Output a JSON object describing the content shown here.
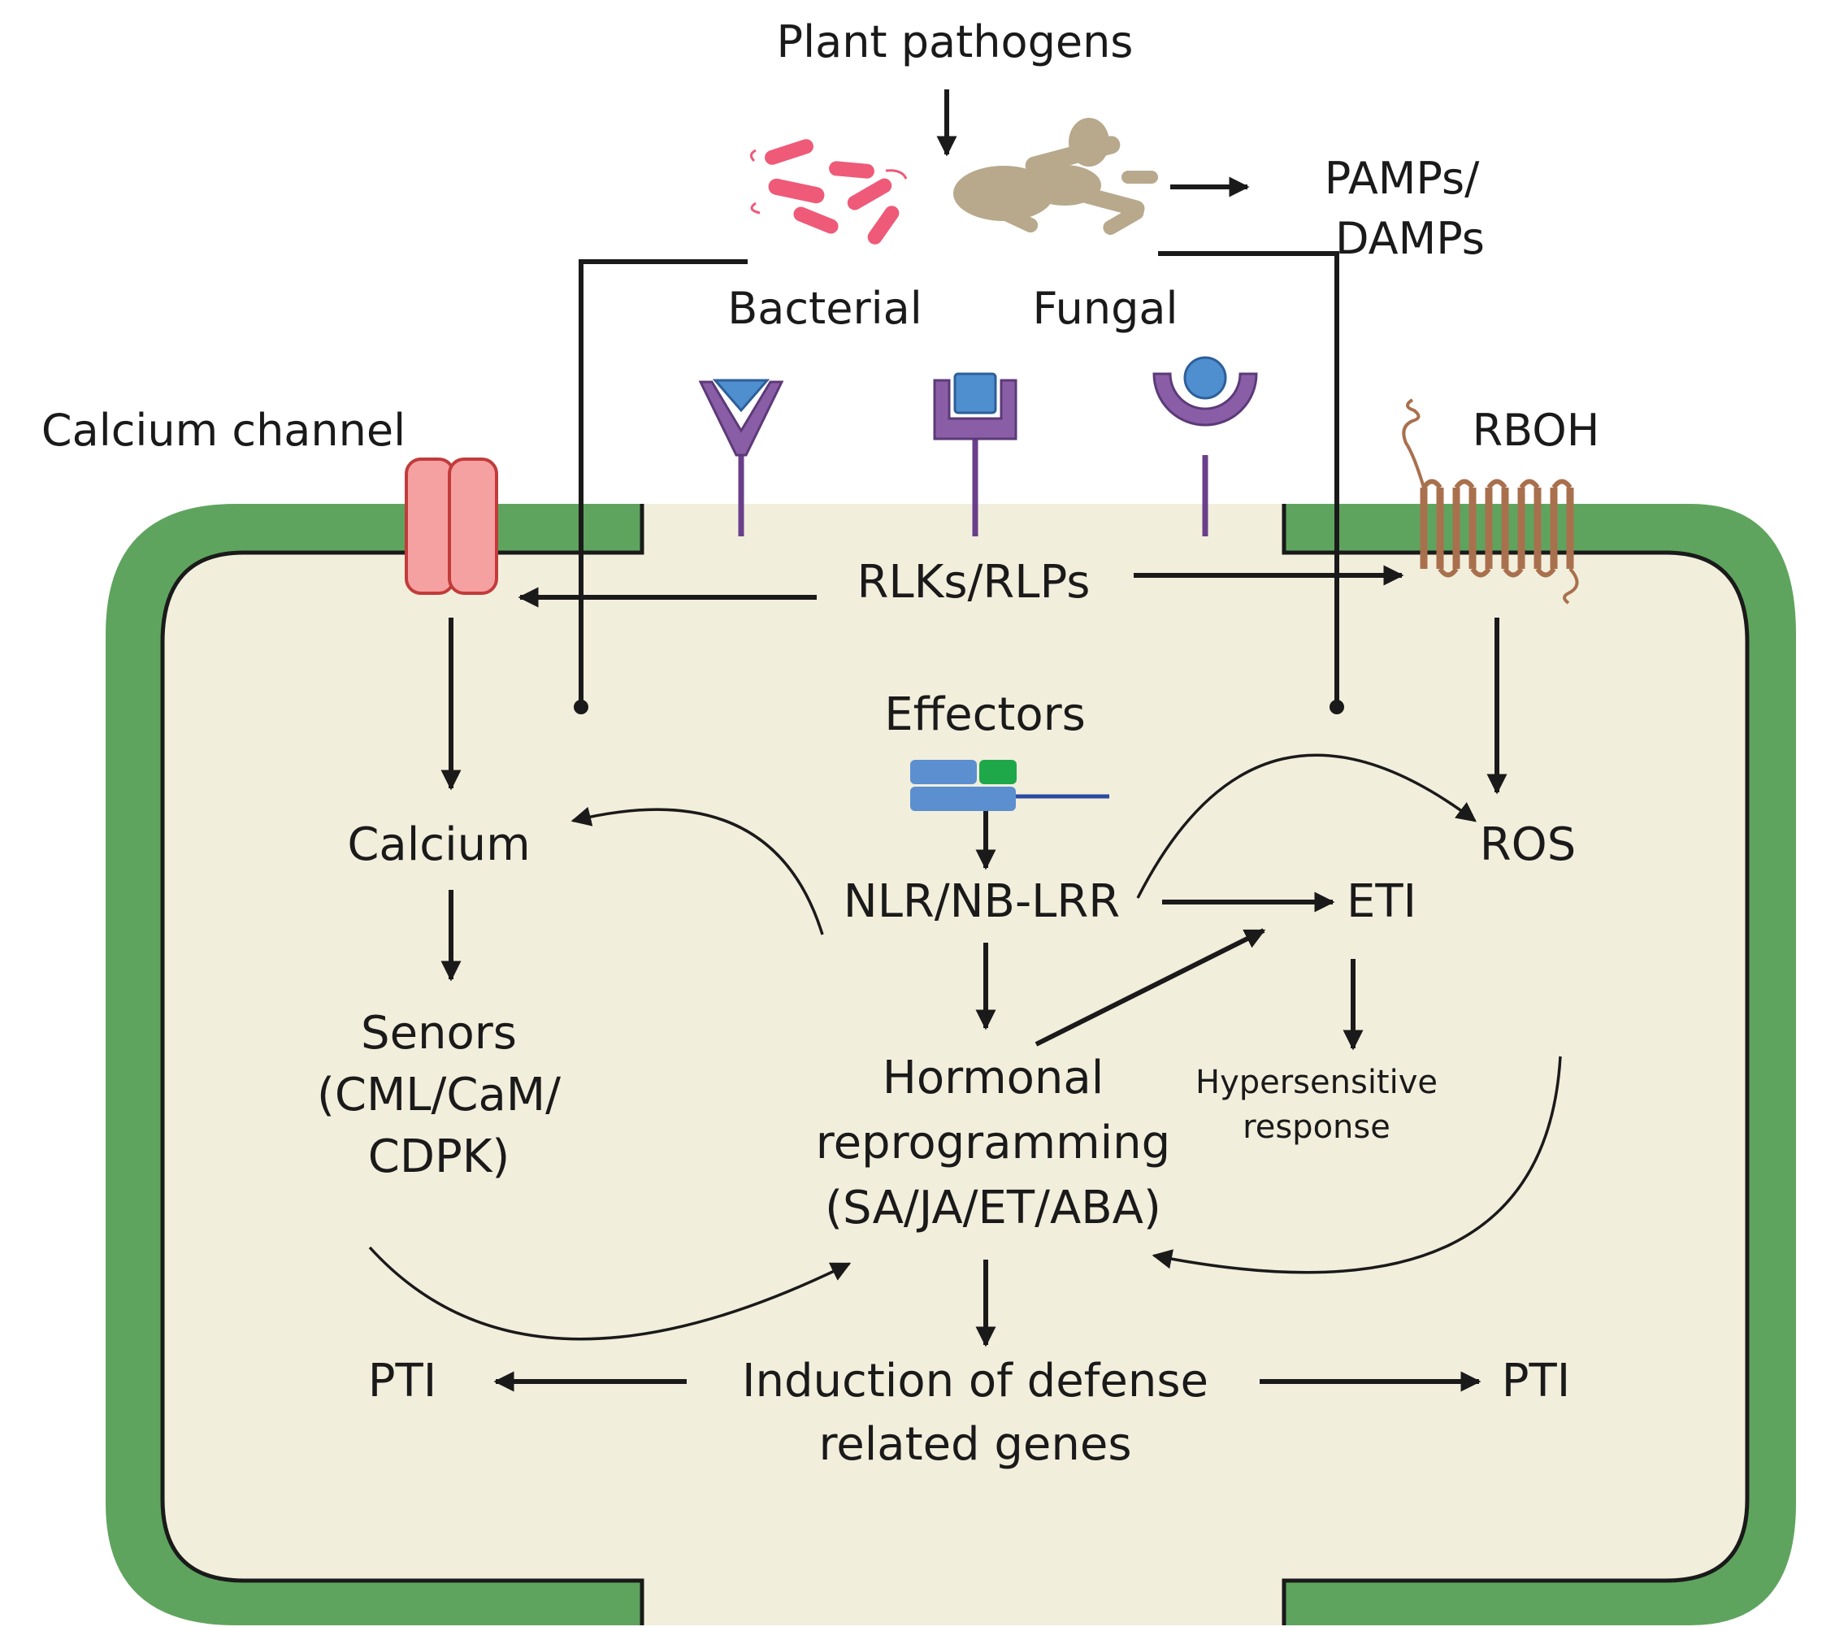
{
  "labels": {
    "plant_pathogens": "Plant pathogens",
    "pamps_line1": "PAMPs/",
    "pamps_line2": "DAMPs",
    "bacterial": "Bacterial",
    "fungal": "Fungal",
    "calcium_channel": "Calcium channel",
    "rboh": "RBOH",
    "rlks_rlps": "RLKs/RLPs",
    "effectors": "Effectors",
    "calcium": "Calcium",
    "ros": "ROS",
    "nlr": "NLR/NB-LRR",
    "eti": "ETI",
    "sensors_line1": "Senors",
    "sensors_line2": "(CML/CaM/",
    "sensors_line3": "CDPK)",
    "hormonal_line1": "Hormonal",
    "hormonal_line2": "reprogramming",
    "hormonal_line3": "(SA/JA/ET/ABA)",
    "hr_line1": "Hypersensitive",
    "hr_line2": "response",
    "pti_left": "PTI",
    "pti_right": "PTI",
    "induction_line1": "Induction of defense",
    "induction_line2": "related genes"
  },
  "icons": {
    "bacteria": "bacteria-icon",
    "fungus": "fungus-icon",
    "calcium_channel": "ion-channel-icon",
    "rboh": "transmembrane-protein-icon",
    "effector": "effector-protein-icon",
    "receptors": "receptor-icon"
  },
  "colors": {
    "cell_wall": "#5fa45e",
    "cytoplasm": "#f2eedc",
    "bacteria": "#ee5a78",
    "fungus": "#b8a88c",
    "receptor": "#8a5ea6",
    "receptor_ligand": "#4f8fcf",
    "calcium_channel": "#f6a1a1",
    "rboh": "#a9704e",
    "effector_blue": "#5b8fd0",
    "effector_green": "#1ea84a"
  }
}
